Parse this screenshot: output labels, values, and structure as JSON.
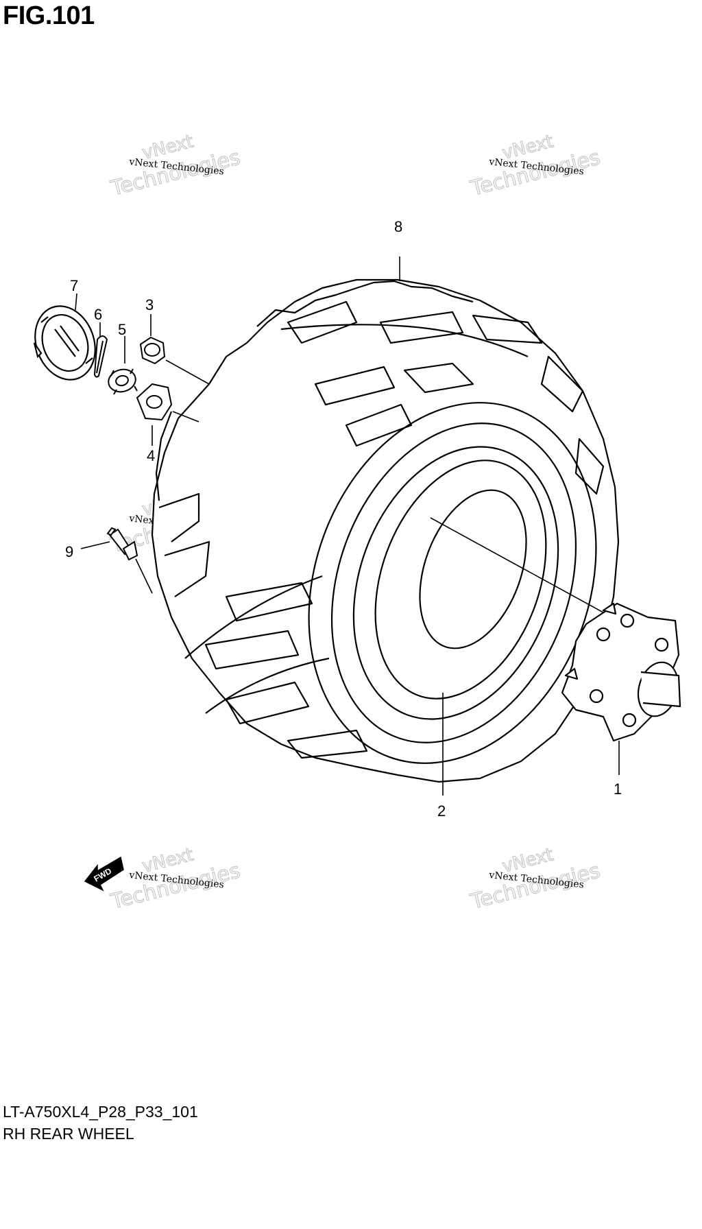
{
  "figure": {
    "title": "FIG.101",
    "code": "LT-A750XL4_P28_P33_101",
    "description": "RH REAR WHEEL"
  },
  "parts": [
    {
      "ref": "1"
    },
    {
      "ref": "2"
    },
    {
      "ref": "3"
    },
    {
      "ref": "4"
    },
    {
      "ref": "5"
    },
    {
      "ref": "6"
    },
    {
      "ref": "7"
    },
    {
      "ref": "8"
    },
    {
      "ref": "9"
    }
  ],
  "direction_badge": "FWD",
  "watermark": {
    "line1": "vNext",
    "line2": "vNext Technologies",
    "line3": "Technologies"
  }
}
